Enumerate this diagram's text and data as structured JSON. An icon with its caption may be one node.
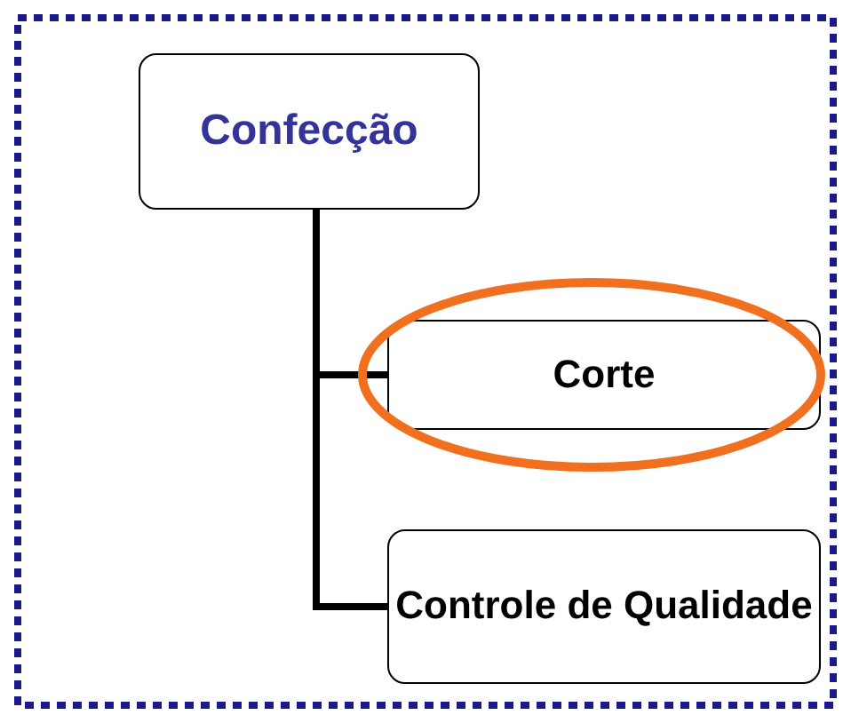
{
  "diagram": {
    "nodes": [
      {
        "text": [
          "Confecção"
        ]
      },
      {
        "text": [
          "Corte"
        ]
      },
      {
        "text": [
          "Controle de Qualidade"
        ]
      }
    ],
    "edges": [
      {
        "from": 0,
        "to": 1,
        "arrow": "none"
      },
      {
        "from": 0,
        "to": 2,
        "arrow": "none"
      }
    ]
  }
}
